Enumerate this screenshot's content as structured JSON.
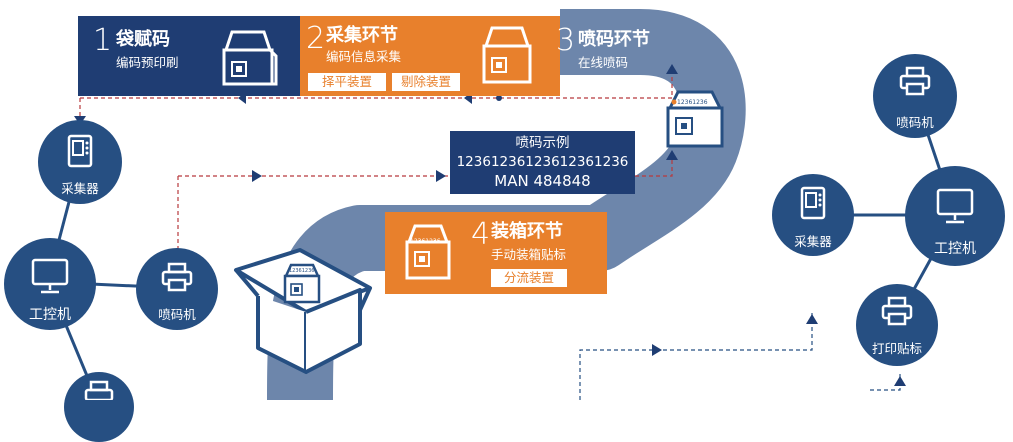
{
  "steps": [
    {
      "number": "1",
      "title": "袋赋码",
      "subtitle": "编码预印刷",
      "tags": []
    },
    {
      "number": "2",
      "title": "采集环节",
      "subtitle": "编码信息采集",
      "tags": [
        "择平装置",
        "剔除装置"
      ]
    },
    {
      "number": "3",
      "title": "喷码环节",
      "subtitle": "在线喷码",
      "tags": []
    },
    {
      "number": "4",
      "title": "装箱环节",
      "subtitle": "手动装箱贴标",
      "tags": [
        "分流装置"
      ]
    }
  ],
  "sample": {
    "title": "喷码示例",
    "code": "12361236123612361236",
    "man": "MAN 484848"
  },
  "bag_code_text": "12361236",
  "left_devices": [
    "采集器",
    "工控机",
    "喷码机"
  ],
  "right_devices": [
    "喷码机",
    "采集器",
    "工控机",
    "打印贴标"
  ],
  "colors": {
    "navy": "#1f3d73",
    "orange": "#e8802c",
    "road": "#6d86ab",
    "device": "#264f82",
    "dash": "#b8393d"
  }
}
